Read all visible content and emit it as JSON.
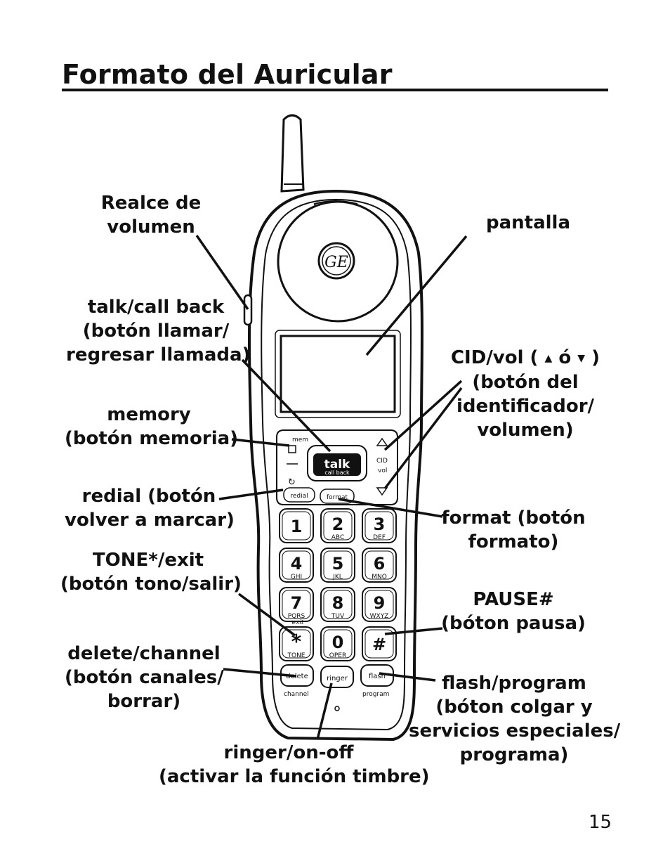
{
  "page": {
    "title": "Formato del Auricular",
    "page_number": "15"
  },
  "labels": {
    "volume_boost": [
      "Realce de",
      "volumen"
    ],
    "talk": [
      "talk/call back",
      "(botón llamar/",
      "regresar llamada)"
    ],
    "memory": [
      "memory",
      "(botón memoria)"
    ],
    "redial": [
      "redial (botón",
      "volver a marcar)"
    ],
    "tone": [
      "TONE*/exit",
      "(botón tono/salir)"
    ],
    "delete": [
      "delete/channel",
      "(botón canales/",
      "borrar)"
    ],
    "ringer": [
      "ringer/on-off",
      "(activar la función timbre)"
    ],
    "display": [
      "pantalla"
    ],
    "cid": {
      "line1_prefix": "CID/vol (",
      "line1_middle": "ó",
      "line1_suffix": ")",
      "rest": [
        "(botón del",
        "identificador/",
        "volumen)"
      ]
    },
    "format": [
      "format (botón",
      "formato)"
    ],
    "pause": [
      "PAUSE#",
      "(bóton pausa)"
    ],
    "flash": [
      "flash/program",
      "(bóton colgar y",
      "servicios especiales/",
      "programa)"
    ]
  },
  "handset": {
    "logo": "GE",
    "talk_key": {
      "main": "talk",
      "sub": "call back"
    },
    "mem_key": "mem",
    "cid_key": [
      "CID",
      "vol"
    ],
    "redial_key": "redial",
    "format_key": "format",
    "keypad": [
      {
        "digit": "1",
        "letters": ""
      },
      {
        "digit": "2",
        "letters": "ABC"
      },
      {
        "digit": "3",
        "letters": "DEF"
      },
      {
        "digit": "4",
        "letters": "GHI"
      },
      {
        "digit": "5",
        "letters": "JKL"
      },
      {
        "digit": "6",
        "letters": "MNO"
      },
      {
        "digit": "7",
        "letters": "PQRS"
      },
      {
        "digit": "8",
        "letters": "TUV"
      },
      {
        "digit": "9",
        "letters": "WXYZ"
      },
      {
        "digit": "*",
        "letters": "TONE"
      },
      {
        "digit": "0",
        "letters": "OPER"
      },
      {
        "digit": "#",
        "letters": ""
      }
    ],
    "exit_label": "exit",
    "bottom_keys": [
      "delete",
      "ringer",
      "flash"
    ],
    "channel_label": "channel",
    "program_label": "program"
  }
}
